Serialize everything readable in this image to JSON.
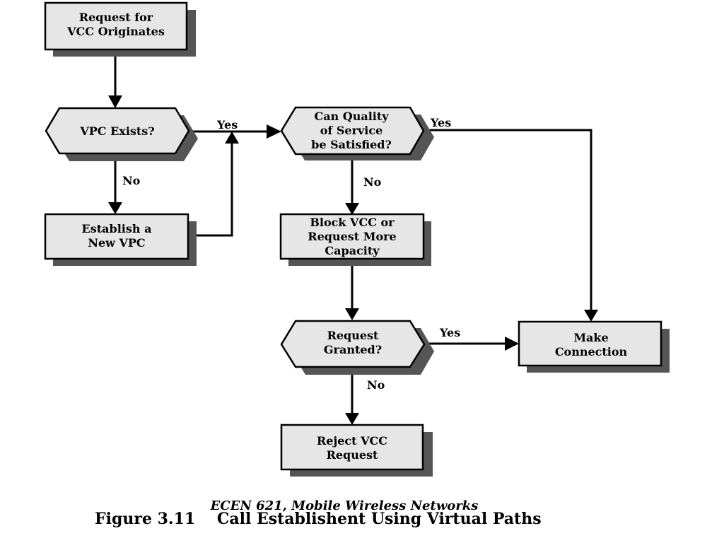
{
  "nodes": {
    "request": [
      "Request for",
      "VCC Originates"
    ],
    "vpc_exists": [
      "VPC Exists?"
    ],
    "establish": [
      "Establish a",
      "New VPC"
    ],
    "qos": [
      "Can Quality",
      "of Service",
      "be Satisfied?"
    ],
    "block": [
      "Block VCC or",
      "Request More",
      "Capacity"
    ],
    "granted": [
      "Request",
      "Granted?"
    ],
    "make": [
      "Make",
      "Connection"
    ],
    "reject": [
      "Reject VCC",
      "Request"
    ]
  },
  "edges": {
    "yes": "Yes",
    "no": "No"
  },
  "footer": {
    "course": "ECEN 621, Mobile Wireless Networks",
    "caption": "Figure 3.11    Call Establishent Using Virtual Paths"
  }
}
